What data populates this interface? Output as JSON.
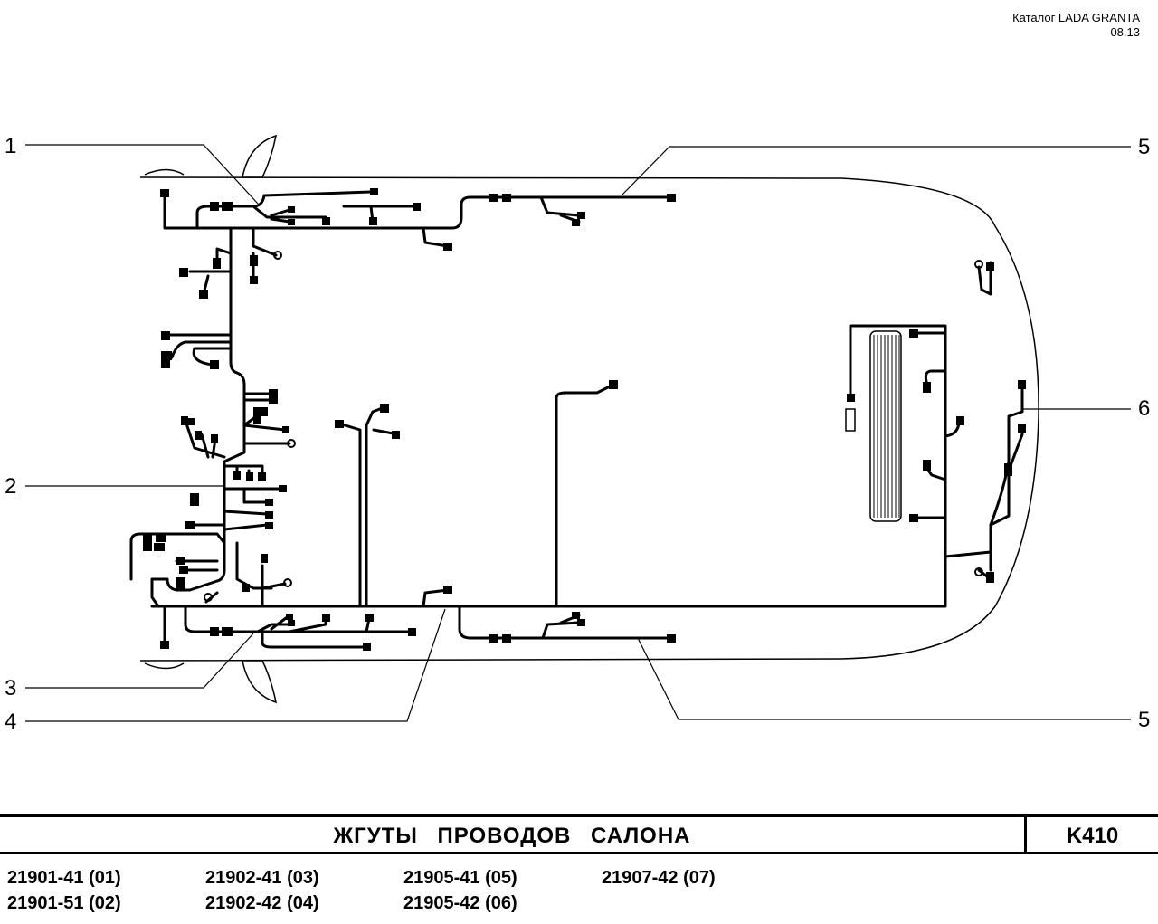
{
  "header": {
    "catalog": "Каталог  LADA  GRANTA",
    "date": "08.13"
  },
  "callouts": {
    "c1": "1",
    "c2": "2",
    "c3": "3",
    "c4": "4",
    "c5_top": "5",
    "c5_bottom": "5",
    "c6": "6"
  },
  "title": {
    "text": "ЖГУТЫ   ПРОВОДОВ   САЛОНА",
    "code": "K410"
  },
  "codes": {
    "r1c1": "21901-41 (01)",
    "r2c1": "21901-51 (02)",
    "r1c2": "21902-41 (03)",
    "r2c2": "21902-42 (04)",
    "r1c3": "21905-41 (05)",
    "r2c3": "21905-42 (06)",
    "r1c4": "21907-42 (07)"
  },
  "colors": {
    "line": "#000000",
    "background": "#ffffff"
  }
}
